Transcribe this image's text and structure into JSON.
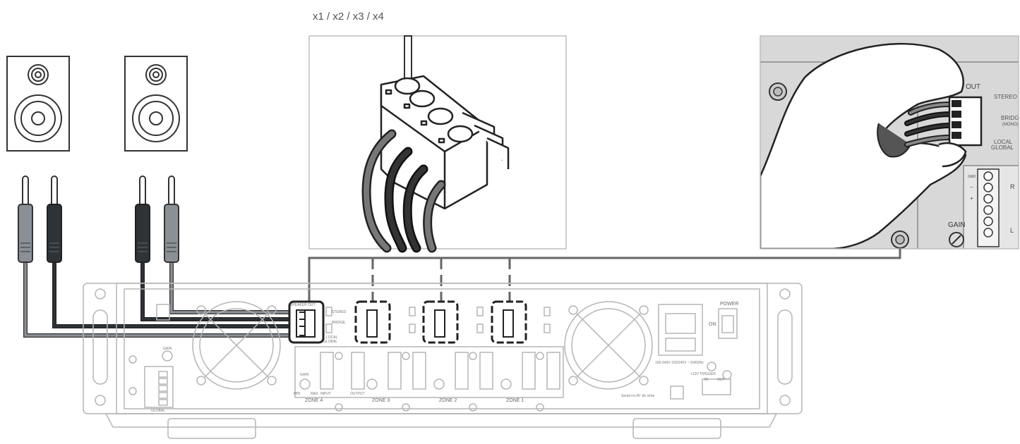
{
  "caption": "x1 / x2 / x3 / x4",
  "colors": {
    "cable_gray": "#8a9096",
    "cable_dark": "#2e3338",
    "outline": "#333333",
    "amp_line": "#b5b5b5",
    "panel_bg": "#d8d8d8"
  },
  "detail_labels": {
    "out": "OUT",
    "stereo": "STEREO",
    "bridge": "BRIDGE",
    "mono": "(MONO)",
    "local": "LOCAL",
    "global": "GLOBAL",
    "gain": "GAIN",
    "gnd": "GND",
    "r": "R",
    "l": "L",
    "plus": "+",
    "minus": "−"
  },
  "amp_labels": {
    "speaker_out": "SPEAKER OUT",
    "zones": [
      "ZONE 4",
      "ZONE 3",
      "ZONE 2",
      "ZONE 1"
    ],
    "input": "INPUT",
    "output": "OUTPUT",
    "gain": "GAIN",
    "global": "GLOBAL",
    "power": "POWER",
    "on": "ON",
    "trigger": "+12V TRIGGER",
    "trigger_in": "IN",
    "trigger_out": "OUT",
    "mains": "100-240V 220/240V ~ 50/60Hz",
    "serial": "Serial no./N° de série",
    "stereo": "STEREO",
    "bridge": "BRIDGE",
    "local": "LOCAL",
    "global_sw": "GLOBAL",
    "min": "MIN",
    "max": "MAX"
  }
}
